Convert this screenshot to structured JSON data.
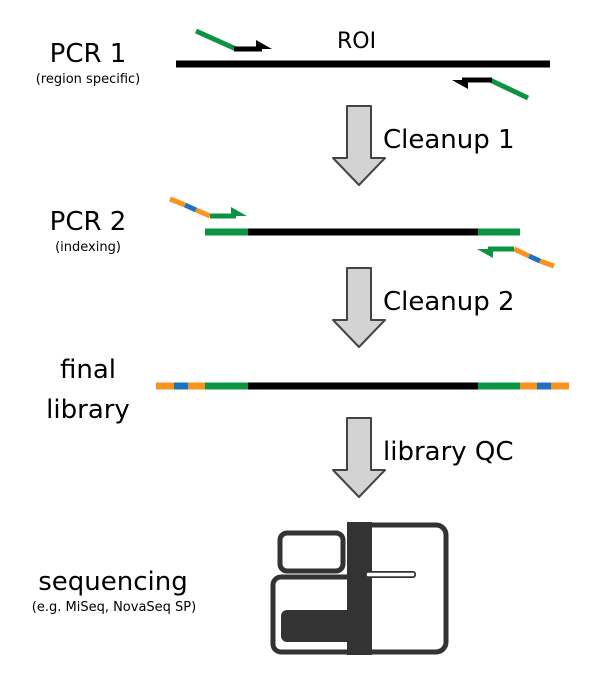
{
  "colors": {
    "template": "#000000",
    "primer": "#0c9444",
    "adapter": "#f7931e",
    "index": "#1e73be",
    "arrow_fill": "#d3d3d3",
    "arrow_stroke": "#444444",
    "instrument": "#333333"
  },
  "steps": {
    "pcr1": {
      "title": "PCR 1",
      "subtitle": "(region specific)"
    },
    "pcr2": {
      "title": "PCR 2",
      "subtitle": "(indexing)"
    },
    "final": {
      "line1": "final",
      "line2": "library"
    },
    "sequencing": {
      "title": "sequencing",
      "subtitle": "(e.g. MiSeq, NovaSeq SP)"
    }
  },
  "roi_label": "ROI",
  "transitions": {
    "cleanup1": "Cleanup 1",
    "cleanup2": "Cleanup 2",
    "qc": "library QC"
  },
  "icons": {
    "sequencer": "sequencer-icon",
    "down_arrow": "down-arrow-icon"
  }
}
